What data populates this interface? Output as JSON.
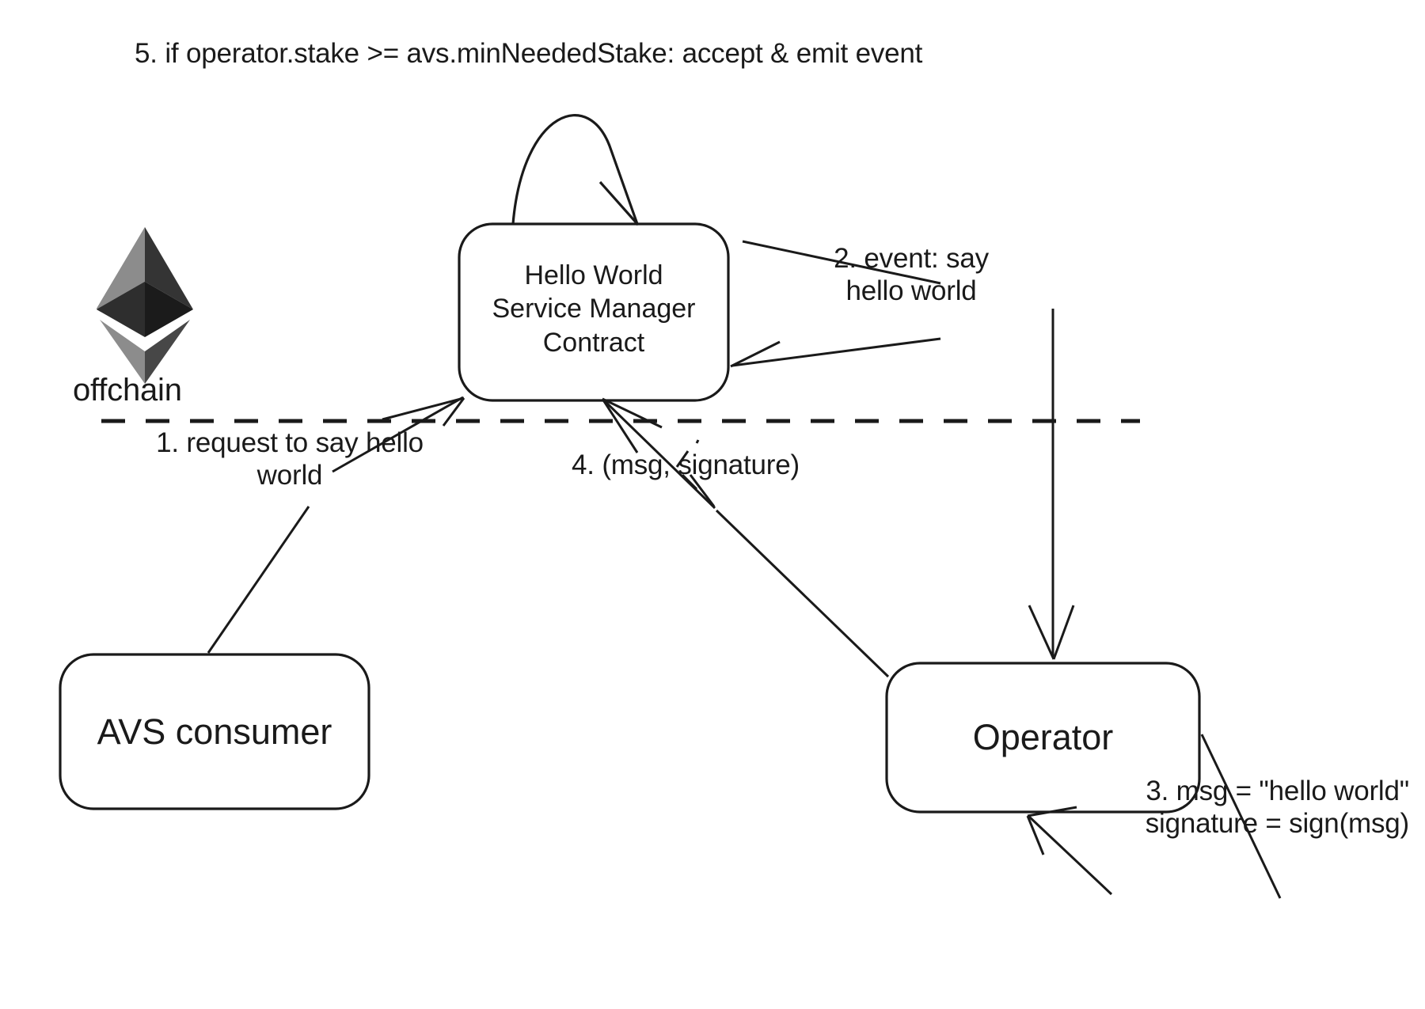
{
  "diagram": {
    "title_note": "EigenLayer Hello World AVS flow diagram",
    "boundary_label": "offchain",
    "nodes": [
      {
        "id": "service-manager",
        "label": "Hello World\nService Manager\nContract"
      },
      {
        "id": "avs-consumer",
        "label": "AVS consumer"
      },
      {
        "id": "operator",
        "label": "Operator"
      }
    ],
    "logo": {
      "name": "ethereum-logo",
      "alt": "Ethereum"
    },
    "steps": [
      {
        "num": "1",
        "text": "1. request to say hello\nworld"
      },
      {
        "num": "2",
        "text": "2. event: say\nhello world"
      },
      {
        "num": "3",
        "text": "3. msg = \"hello world\"\nsignature = sign(msg)"
      },
      {
        "num": "4",
        "text": "4. (msg, signature)"
      },
      {
        "num": "5",
        "text": "5. if operator.stake >= avs.minNeededStake: accept & emit event"
      }
    ],
    "colors": {
      "stroke": "#1a1a1a",
      "background": "#ffffff",
      "eth_light": "#8c8c8c",
      "eth_mid": "#5c5c5c",
      "eth_dark": "#343434",
      "eth_darkest": "#1b1b1b"
    }
  }
}
